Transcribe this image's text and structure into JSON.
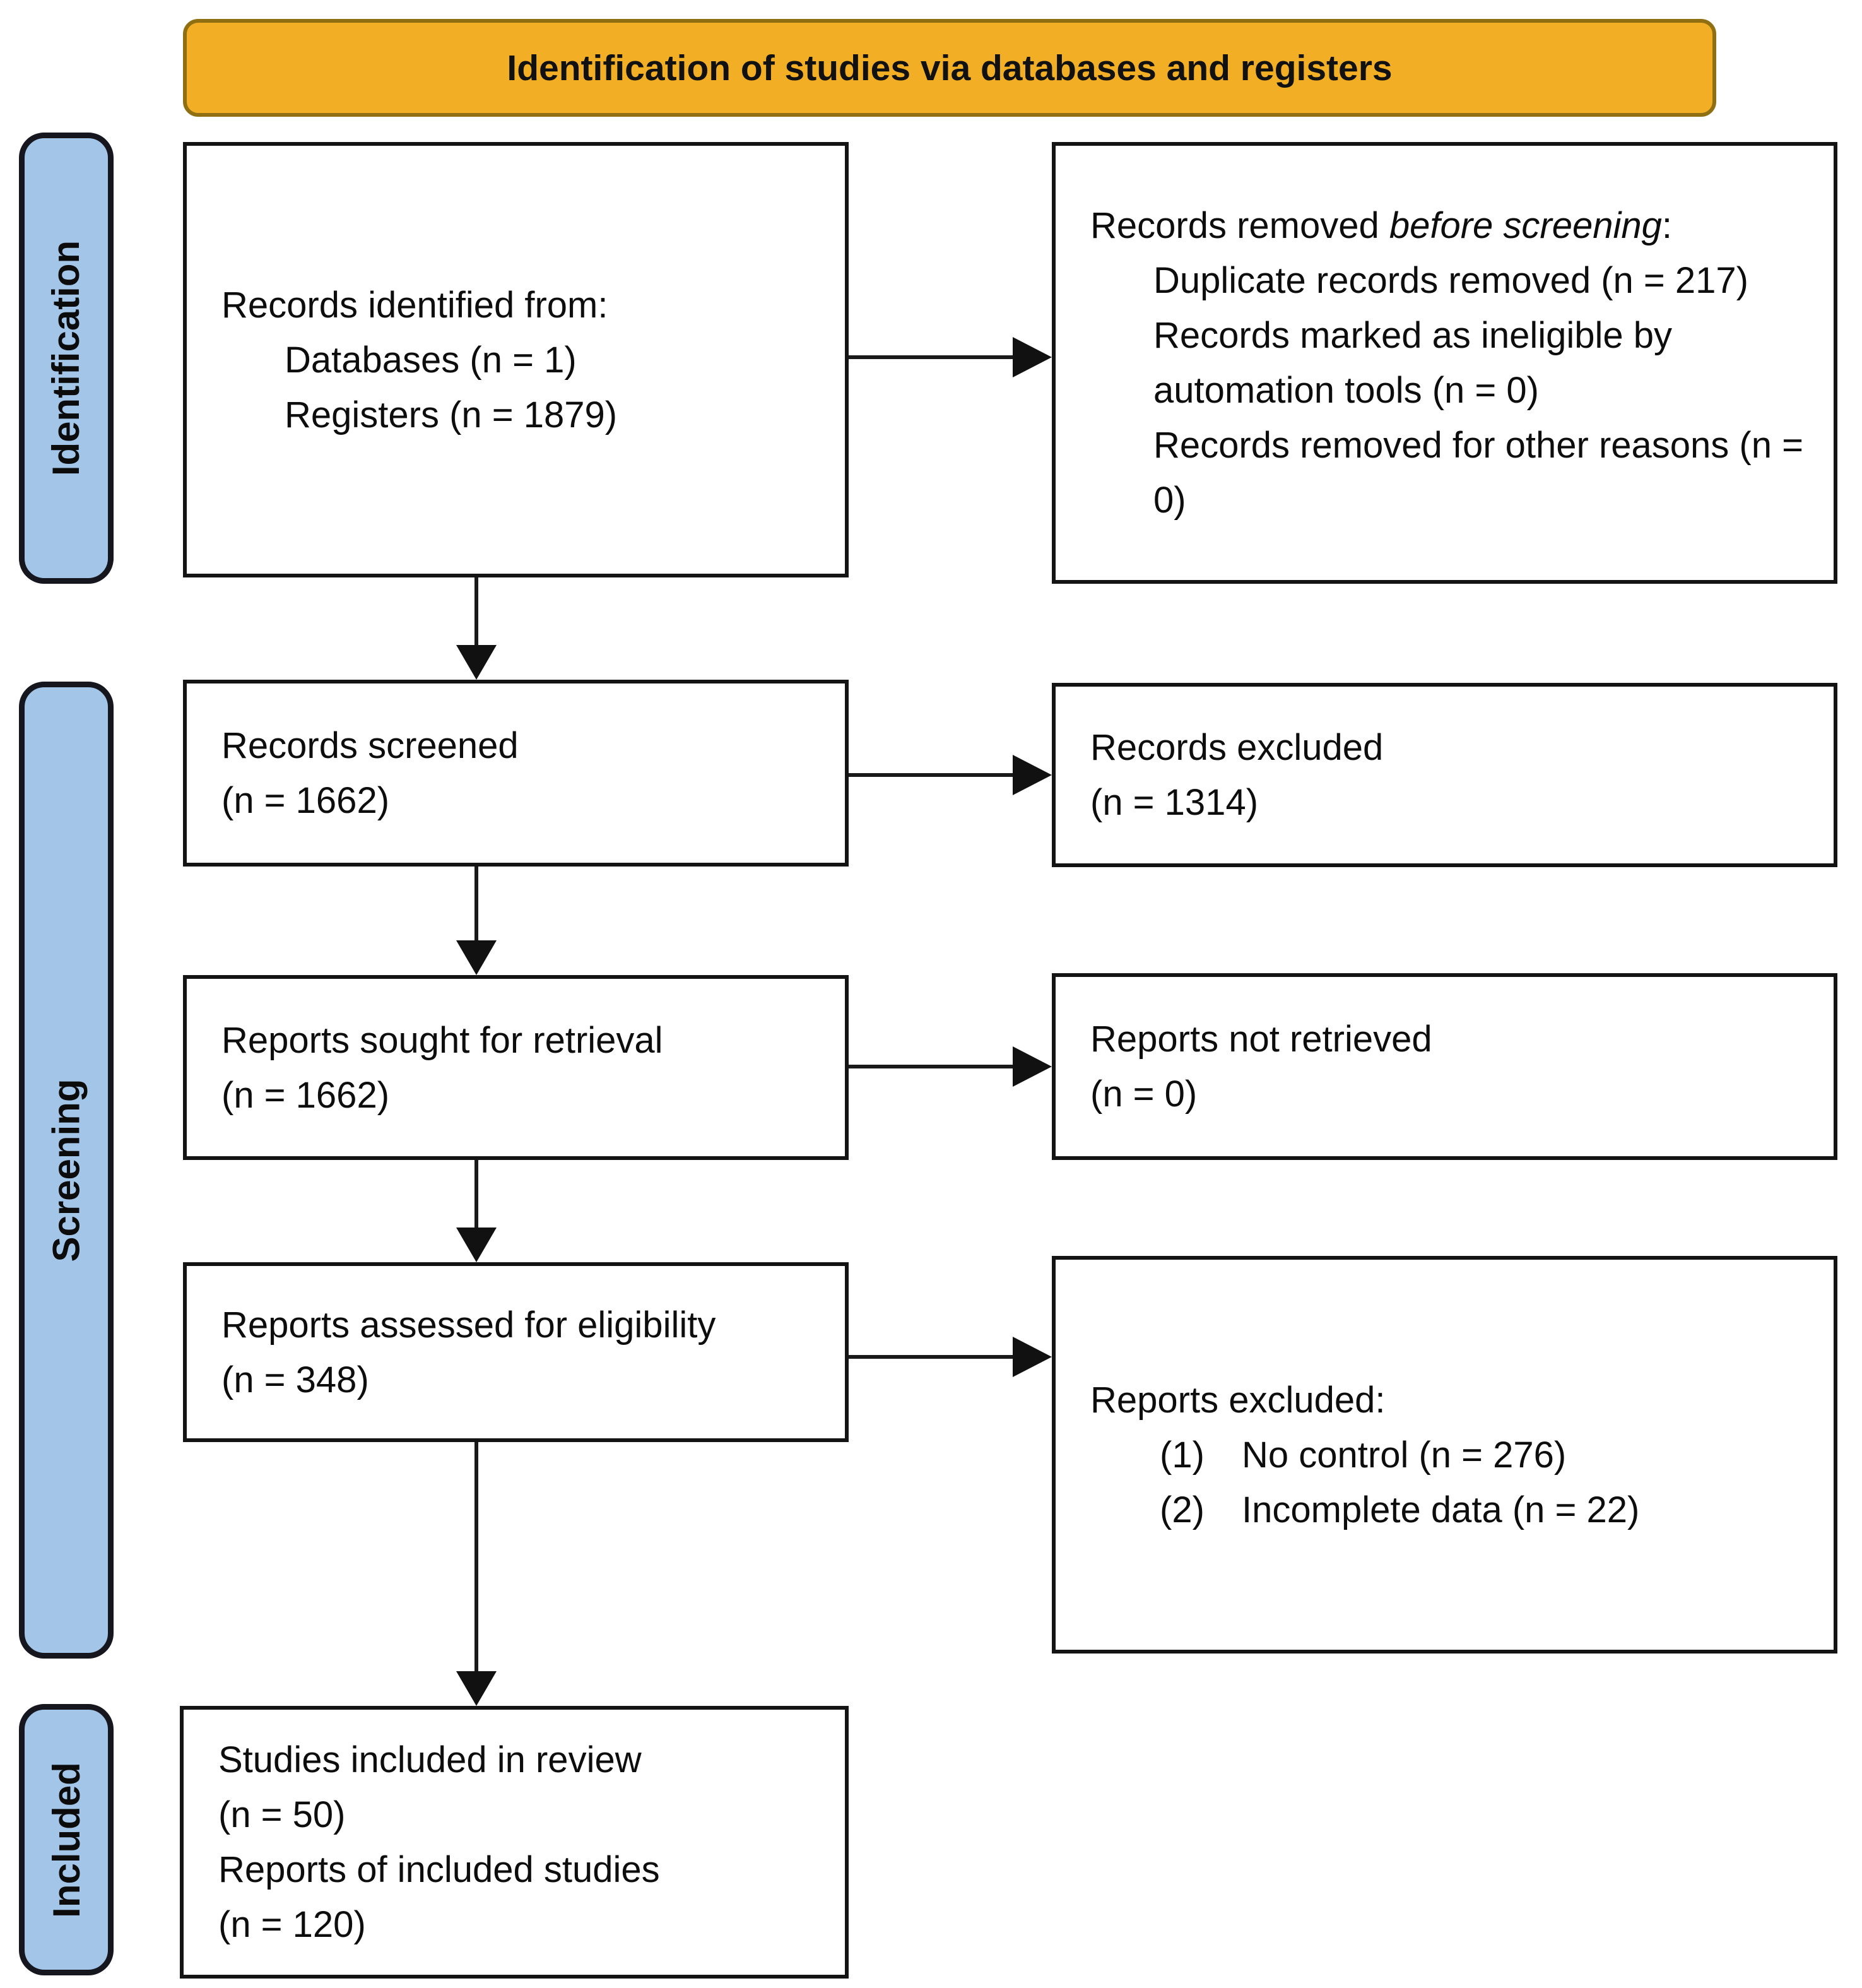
{
  "title_banner": "Identification of studies via databases and registers",
  "colors": {
    "banner_bg": "#F2AF25",
    "stage_tab_bg": "#A2C5E8",
    "box_border": "#141414",
    "text": "#0D0D0D",
    "arrow": "#1A1A1A"
  },
  "stages": [
    {
      "label": "Identification"
    },
    {
      "label": "Screening"
    },
    {
      "label": "Included"
    }
  ],
  "flow": {
    "identified": {
      "title": "Records identified from:",
      "items": [
        "Databases (n = 1)",
        "Registers (n = 1879)"
      ]
    },
    "removed": {
      "title_prefix": "Records removed ",
      "title_italic": "before screening",
      "title_suffix": ":",
      "items": [
        "Duplicate records removed (n = 217)",
        "Records marked as ineligible by automation tools (n = 0)",
        "Records removed for other reasons (n = 0)"
      ]
    },
    "screened": {
      "line1": "Records screened",
      "line2": "(n = 1662)"
    },
    "records_excluded": {
      "line1": "Records excluded",
      "line2": "(n = 1314)"
    },
    "sought": {
      "line1": "Reports sought for retrieval",
      "line2": "(n = 1662)"
    },
    "not_retrieved": {
      "line1": "Reports not retrieved",
      "line2": "(n = 0)"
    },
    "assessed": {
      "line1": "Reports assessed for eligibility",
      "line2": "(n = 348)"
    },
    "reports_excluded": {
      "title": "Reports excluded:",
      "items": [
        {
          "num": "(1)",
          "text": "No control (n = 276)"
        },
        {
          "num": "(2)",
          "text": "Incomplete data (n = 22)"
        }
      ]
    },
    "included": {
      "lines": [
        "Studies included in review",
        "(n = 50)",
        "Reports of included studies",
        "(n = 120)"
      ]
    }
  }
}
